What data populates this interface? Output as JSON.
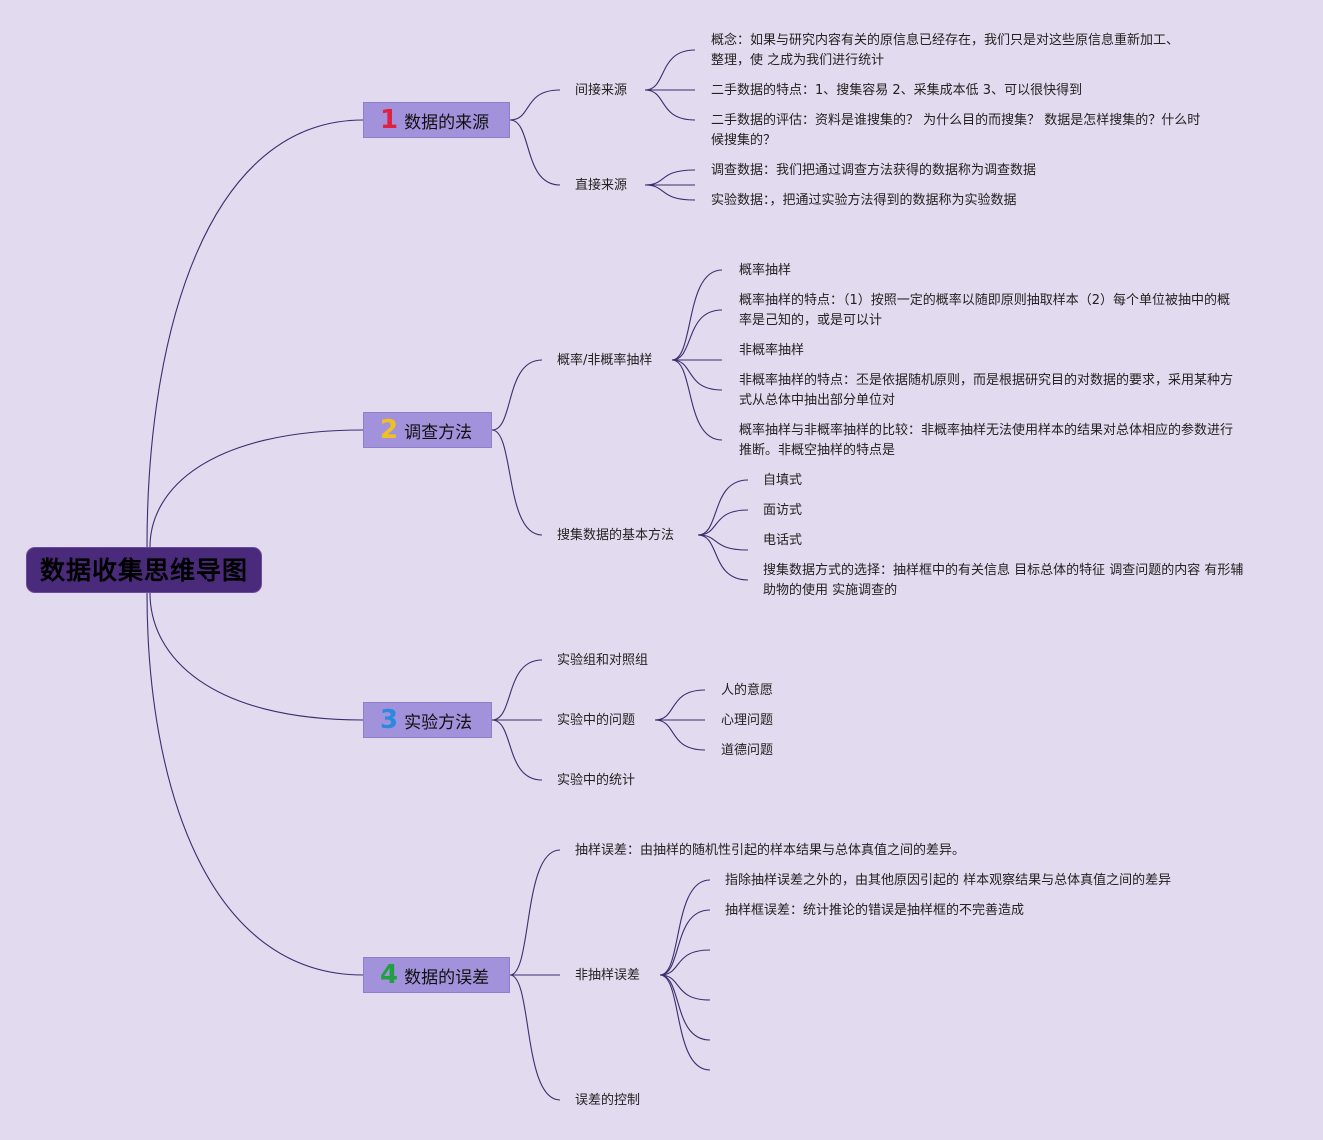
{
  "title": "数据收集思维导图",
  "branches": [
    {
      "num": "1",
      "num_color": "#e02040",
      "label": "数据的来源",
      "children": [
        {
          "label": "间接来源",
          "children": [
            "概念：如果与研究内容有关的原信息已经存在，我们只是对这些原信息重新加工、整理，使 之成为我们进行统计",
            "二手数据的特点：1、搜集容易 2、采集成本低 3、可以很快得到",
            "二手数据的评估：资料是谁搜集的？ 为什么目的而搜集？ 数据是怎样搜集的？什么时候搜集的？"
          ]
        },
        {
          "label": "直接来源",
          "children": [
            "调查数据：我们把通过调查方法获得的数据称为调查数据",
            "实验数据：，把通过实验方法得到的数据称为实验数据"
          ]
        }
      ]
    },
    {
      "num": "2",
      "num_color": "#f0c020",
      "label": "调查方法",
      "children": [
        {
          "label": "概率/非概率抽样",
          "children": [
            "概率抽样",
            "概率抽样的特点：（1）按照一定的概率以随即原则抽取样本（2）每个单位被抽中的概率是己知的，或是可以计",
            "非概率抽样",
            "非概率抽样的特点：丕是依据随机原则，而是根据研究目的对数据的要求，采用某种方式从总体中抽出部分单位对",
            "概率抽样与非概率抽样的比较：非概率抽样无法使用样本的结果对总体相应的参数进行推断。非概空抽样的特点是"
          ]
        },
        {
          "label": "搜集数据的基本方法",
          "children": [
            "自填式",
            "面访式",
            "电话式",
            "搜集数据方式的选择：抽样框中的有关信息 目标总体的特征 调查问题的内容 有形辅助物的使用 实施调查的"
          ]
        }
      ]
    },
    {
      "num": "3",
      "num_color": "#2a8ae0",
      "label": "实验方法",
      "children": [
        {
          "label": "实验组和对照组",
          "children": []
        },
        {
          "label": "实验中的问题",
          "children": [
            "人的意愿",
            "心理问题",
            "道德问题"
          ]
        },
        {
          "label": "实验中的统计",
          "children": []
        }
      ]
    },
    {
      "num": "4",
      "num_color": "#20a040",
      "label": "数据的误差",
      "children": [
        {
          "label": "抽样误差：由抽样的随机性引起的样本结果与总体真值之间的差异。",
          "children": []
        },
        {
          "label": "非抽样误差",
          "children": [
            "指除抽样误差之外的，由其他原因引起的 样本观察结果与总体真值之间的差异",
            "抽样框误差：统计推论的错误是抽样框的不完善造成",
            "",
            "",
            "",
            "",
            ""
          ]
        },
        {
          "label": "误差的控制",
          "children": []
        }
      ]
    }
  ]
}
